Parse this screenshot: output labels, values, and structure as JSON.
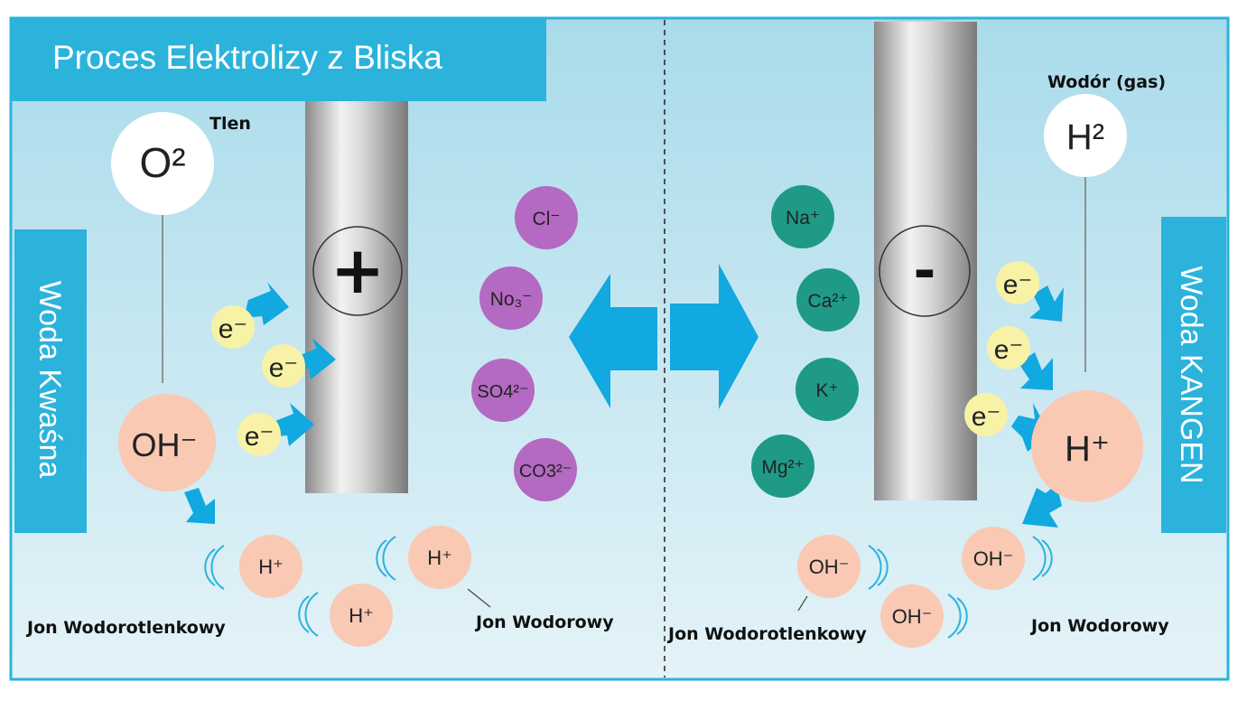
{
  "title": "Proces Elektrolizy z Bliska",
  "colors": {
    "background_top": "#a9dbea",
    "background_bottom": "#e4f3f8",
    "border": "#2bb3dc",
    "banner": "#2bb3dc",
    "arrow": "#12a8e0",
    "electrode_light": "#f2f2f2",
    "electrode_dark": "#8a8a8a",
    "anion": "#b469c2",
    "cation": "#1e9a86",
    "electron": "#f7f2a6",
    "oh_ion": "#f9c9b4",
    "h_ion": "#f9c9b4",
    "gas": "#ffffff"
  },
  "left": {
    "side_label": "Woda Kwaśna",
    "gas_label": "Tlen",
    "gas_symbol": "O²",
    "electrode_symbol": "+",
    "oh_label": "OH⁻",
    "electron_label": "e⁻",
    "h_ions": [
      "H⁺",
      "H⁺",
      "H⁺"
    ],
    "anions": [
      "Cl⁻",
      "No₃⁻",
      "SO4²⁻",
      "CO3²⁻"
    ],
    "caption_left": "Jon Wodorotlenkowy",
    "caption_right": "Jon Wodorowy"
  },
  "right": {
    "side_label": "Woda KANGEN",
    "gas_label": "Wodór (gas)",
    "gas_symbol": "H²",
    "electrode_symbol": "-",
    "h_label": "H⁺",
    "electron_label": "e⁻",
    "oh_ions": [
      "OH⁻",
      "OH⁻",
      "OH⁻"
    ],
    "cations": [
      "Na⁺",
      "Ca²⁺",
      "K⁺",
      "Mg²⁺"
    ],
    "caption_left": "Jon Wodorotlenkowy",
    "caption_right": "Jon Wodorowy"
  }
}
